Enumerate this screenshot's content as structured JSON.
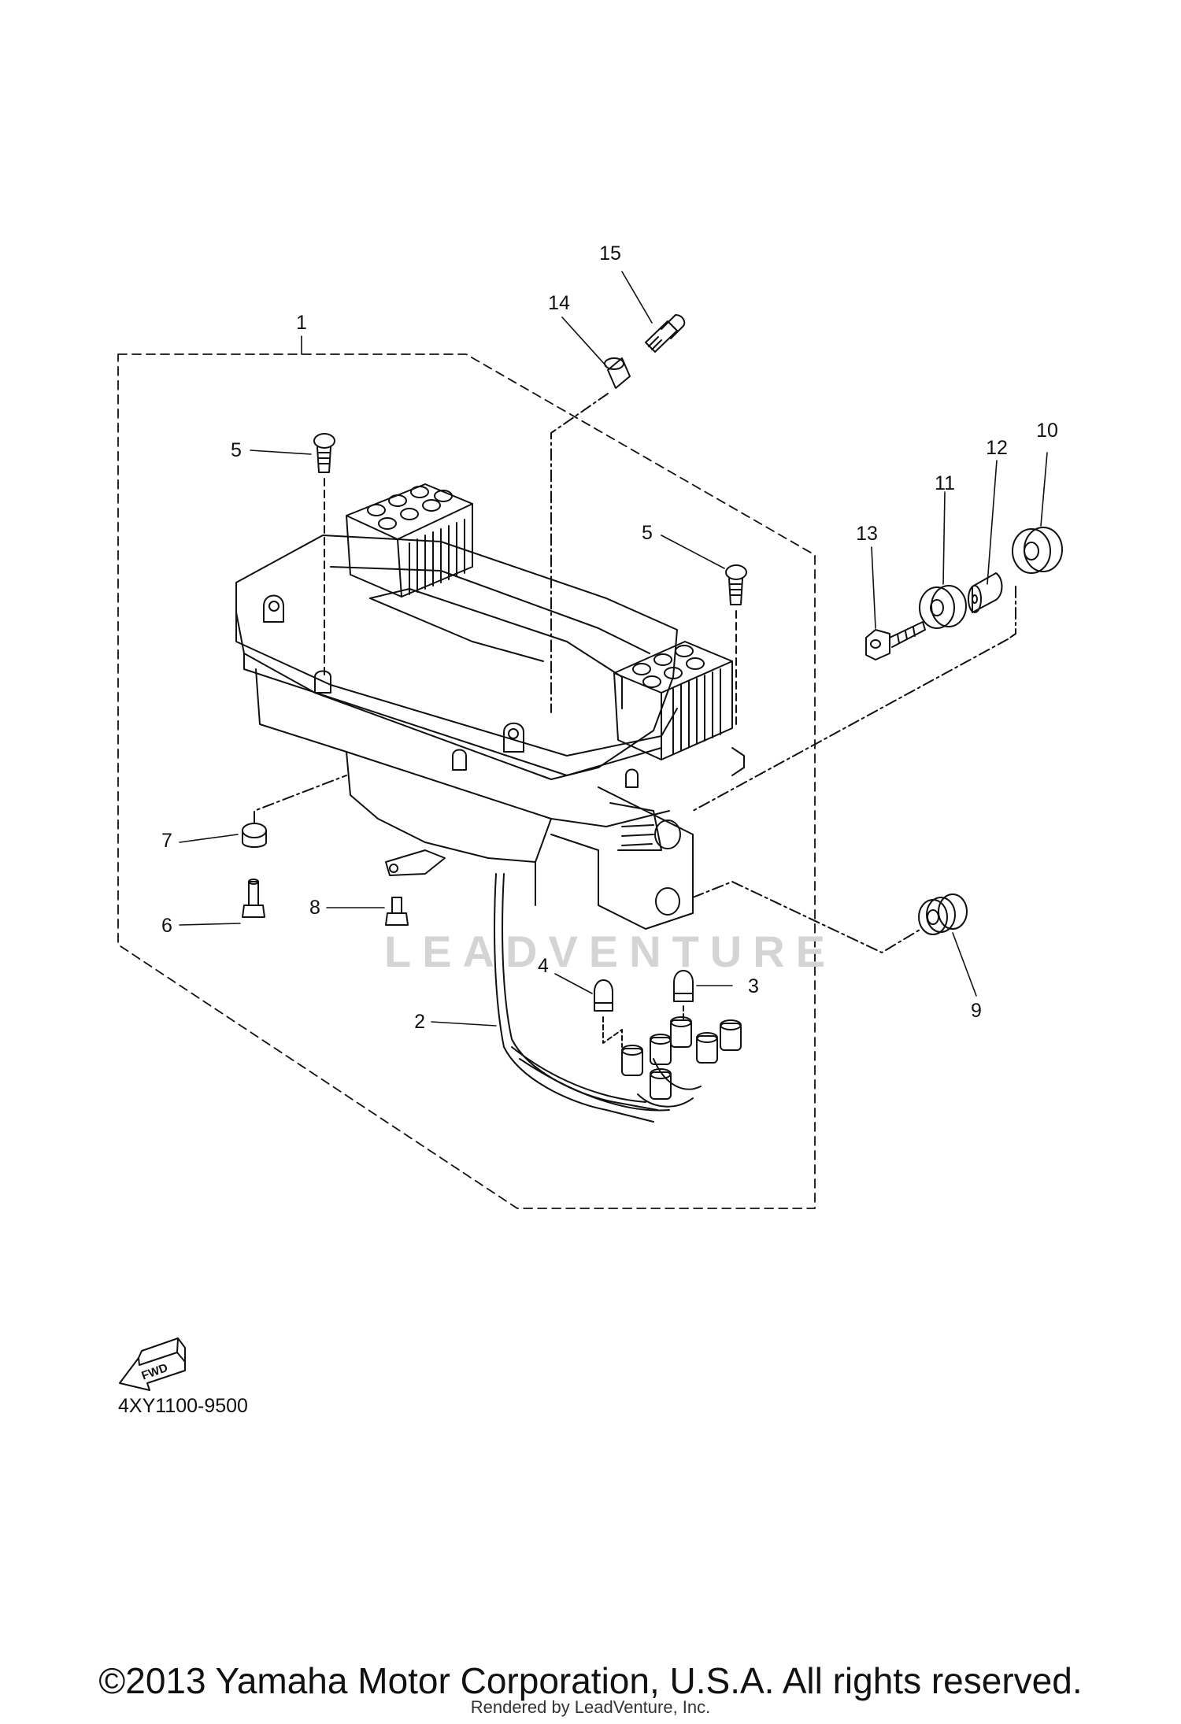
{
  "diagram": {
    "callouts": [
      {
        "id": "c1",
        "label": "1"
      },
      {
        "id": "c2",
        "label": "2"
      },
      {
        "id": "c3",
        "label": "3"
      },
      {
        "id": "c4",
        "label": "4"
      },
      {
        "id": "c5a",
        "label": "5"
      },
      {
        "id": "c5b",
        "label": "5"
      },
      {
        "id": "c6",
        "label": "6"
      },
      {
        "id": "c7",
        "label": "7"
      },
      {
        "id": "c8",
        "label": "8"
      },
      {
        "id": "c9",
        "label": "9"
      },
      {
        "id": "c10",
        "label": "10"
      },
      {
        "id": "c11",
        "label": "11"
      },
      {
        "id": "c12",
        "label": "12"
      },
      {
        "id": "c13",
        "label": "13"
      },
      {
        "id": "c14",
        "label": "14"
      },
      {
        "id": "c15",
        "label": "15"
      }
    ],
    "fwd_label": "FWD",
    "part_code": "4XY1100-9500"
  },
  "watermark": "LEADVENTURE",
  "footer": {
    "copyright": "©2013 Yamaha Motor Corporation, U.S.A. All rights reserved.",
    "rendered_by": "Rendered by LeadVenture, Inc."
  }
}
